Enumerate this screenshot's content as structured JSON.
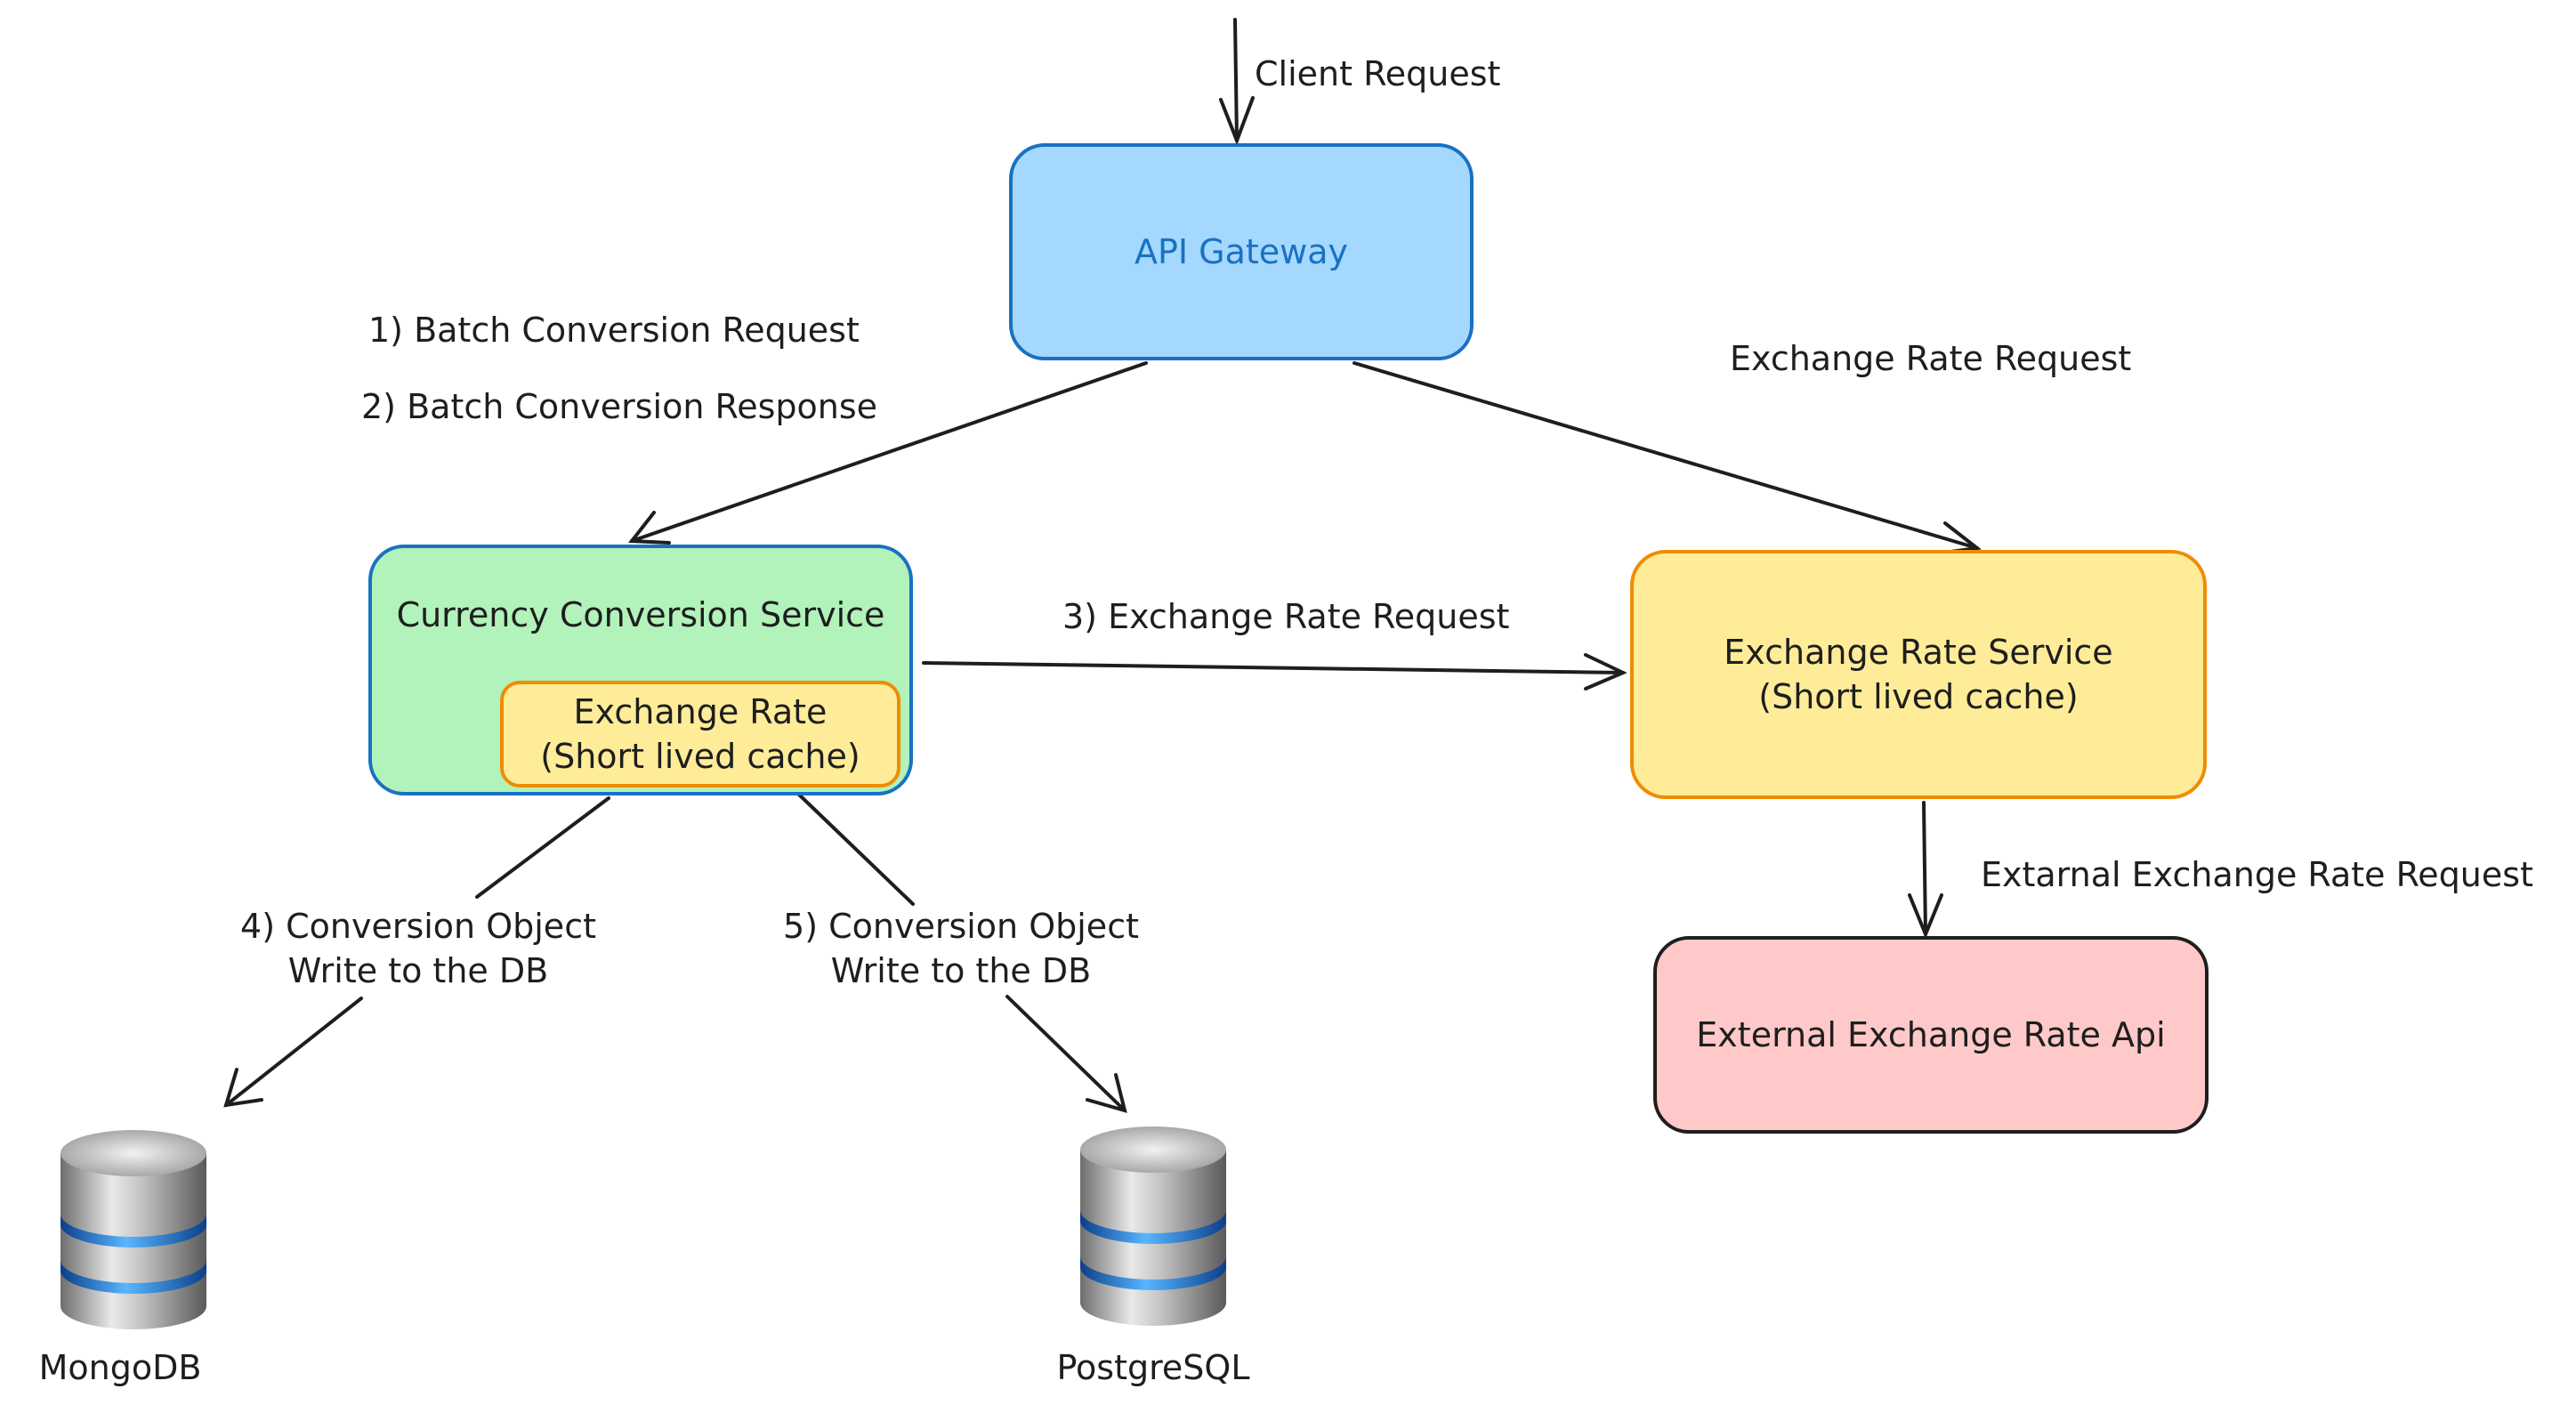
{
  "nodes": {
    "api_gateway": {
      "label": "API Gateway",
      "fill": "#a5d8ff",
      "stroke": "#1971c2",
      "text_color": "#1971c2"
    },
    "currency_conversion": {
      "label": "Currency Conversion Service",
      "fill": "#b2f2bb",
      "stroke": "#1971c2"
    },
    "local_cache": {
      "line1": "Exchange Rate",
      "line2": "(Short lived cache)",
      "fill": "#ffec99",
      "stroke": "#f08c00"
    },
    "exchange_rate_service": {
      "line1": "Exchange Rate Service",
      "line2": "(Short lived cache)",
      "fill": "#ffec99",
      "stroke": "#f08c00"
    },
    "external_api": {
      "label": "External Exchange Rate Api",
      "fill": "#ffc9c9",
      "stroke": "#1e1e1e"
    },
    "mongodb": {
      "label": "MongoDB",
      "icon": "database-icon"
    },
    "postgresql": {
      "label": "PostgreSQL",
      "icon": "database-icon"
    }
  },
  "edges": {
    "client_request": "Client Request",
    "batch_request": "1) Batch Conversion Request",
    "batch_response": "2) Batch Conversion Response",
    "gateway_exchange_rate_request": "Exchange Rate Request",
    "service_exchange_rate_request": "3) Exchange Rate Request",
    "external_request": "Extarnal Exchange Rate Request",
    "mongo_write": {
      "line1": "4) Conversion Object",
      "line2": "Write to the DB"
    },
    "postgres_write": {
      "line1": "5) Conversion Object",
      "line2": "Write to the DB"
    }
  }
}
